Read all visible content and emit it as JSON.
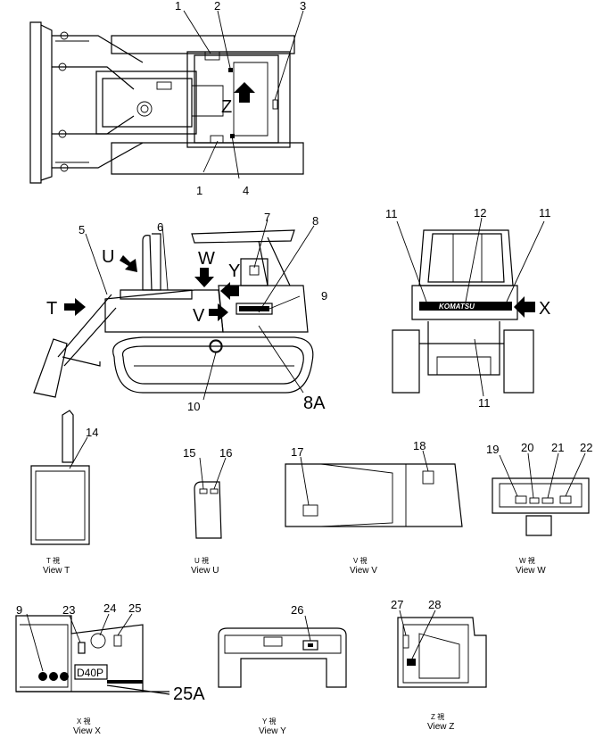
{
  "top_view": {
    "labels": [
      {
        "id": "t1a",
        "text": "1"
      },
      {
        "id": "t2",
        "text": "2"
      },
      {
        "id": "t3",
        "text": "3"
      },
      {
        "id": "t1b",
        "text": "1"
      },
      {
        "id": "t4",
        "text": "4"
      },
      {
        "id": "tZ",
        "text": "Z"
      }
    ]
  },
  "side_view": {
    "labels": {
      "n5": "5",
      "n6": "6",
      "n7": "7",
      "n8": "8",
      "n9": "9",
      "n10": "10",
      "n8a": "8A",
      "U": "U",
      "W": "W",
      "Y": "Y",
      "T": "T",
      "V": "V"
    }
  },
  "rear_view": {
    "labels": {
      "n11a": "11",
      "n12": "12",
      "n11b": "11",
      "n11c": "11",
      "X": "X"
    },
    "brand_text": "KOMATSU"
  },
  "views": [
    {
      "key": "T",
      "ja": "T 視",
      "en": "View T",
      "numbers": [
        "14"
      ]
    },
    {
      "key": "U",
      "ja": "U 視",
      "en": "View U",
      "numbers": [
        "15",
        "16"
      ]
    },
    {
      "key": "V",
      "ja": "V 視",
      "en": "View V",
      "numbers": [
        "17",
        "18"
      ]
    },
    {
      "key": "W",
      "ja": "W 視",
      "en": "View W",
      "numbers": [
        "19",
        "20",
        "21",
        "22"
      ]
    },
    {
      "key": "X",
      "ja": "X 視",
      "en": "View X",
      "numbers": [
        "9",
        "23",
        "24",
        "25",
        "25A"
      ],
      "plate": "D40P"
    },
    {
      "key": "Y",
      "ja": "Y 視",
      "en": "View Y",
      "numbers": [
        "26"
      ]
    },
    {
      "key": "Z",
      "ja": "Z 視",
      "en": "View Z",
      "numbers": [
        "27",
        "28"
      ]
    }
  ]
}
